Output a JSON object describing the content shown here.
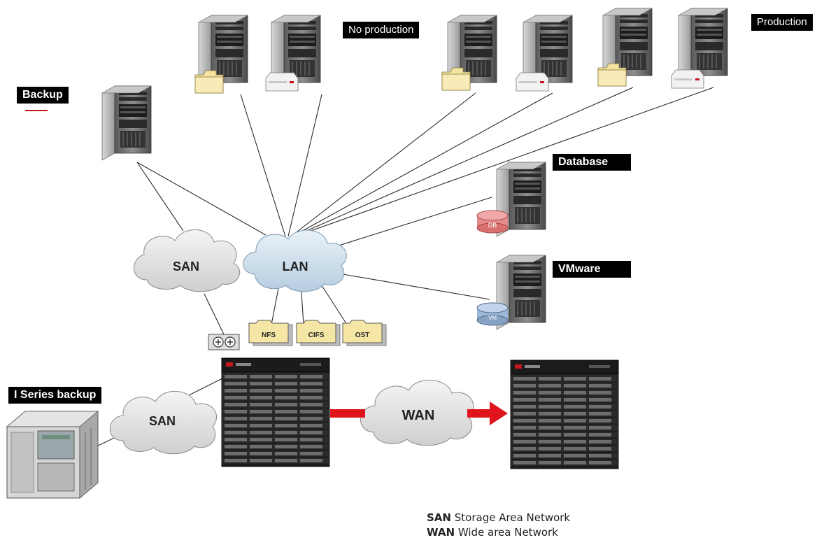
{
  "labels": {
    "backup": "Backup",
    "no_production": "No production",
    "production": "Production",
    "database": "Database",
    "vmware": "VMware",
    "iseries_backup": "I Series backup"
  },
  "clouds": {
    "san_top": "SAN",
    "lan": "LAN",
    "san_bottom": "SAN",
    "wan": "WAN"
  },
  "shares": {
    "nfs": "NFS",
    "cifs": "CIFS",
    "ost": "OST"
  },
  "badges": {
    "db": "DB",
    "vm": "VM"
  },
  "legend": [
    {
      "abbr": "SAN",
      "text": "Storage Area Network"
    },
    {
      "abbr": "WAN",
      "text": "Wide area Network"
    }
  ],
  "colors": {
    "label_bg": "#000000",
    "cloud_fill": "#e6e6e6",
    "lan_fill": "#cfe0ee",
    "arrow": "#e0141b",
    "db_disk": "#e58a8a",
    "vm_disk": "#9cb6d6",
    "folder": "#f5e3a0"
  }
}
